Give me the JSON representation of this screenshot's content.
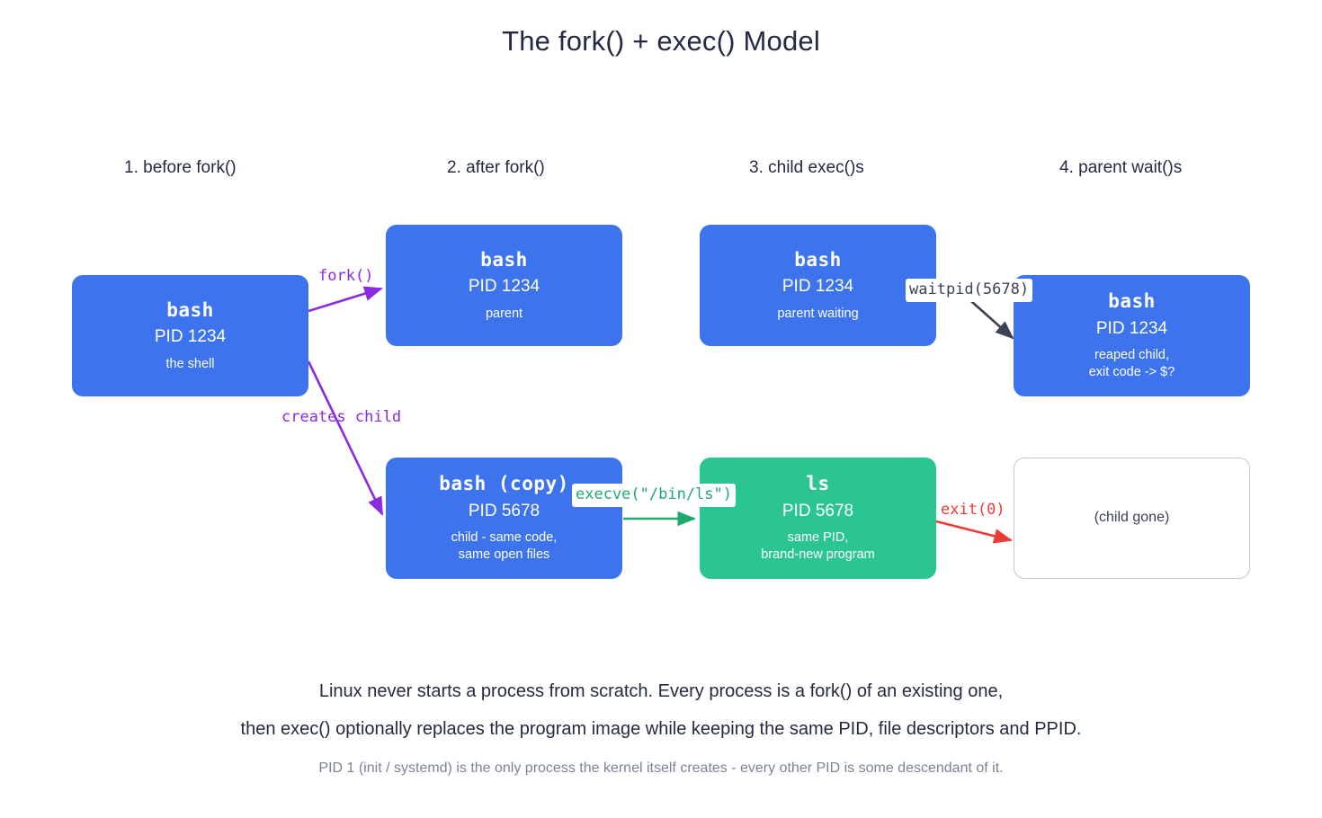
{
  "title": "The fork() + exec() Model",
  "stages": [
    {
      "label": "1. before fork()"
    },
    {
      "label": "2. after fork()"
    },
    {
      "label": "3. child exec()s"
    },
    {
      "label": "4. parent wait()s"
    }
  ],
  "nodes": {
    "shell": {
      "name": "bash",
      "pid": "PID 1234",
      "note": "the shell"
    },
    "parent": {
      "name": "bash",
      "pid": "PID 1234",
      "note": "parent"
    },
    "child": {
      "name": "bash (copy)",
      "pid": "PID 5678",
      "note": "child - same code,\nsame open files"
    },
    "waiting": {
      "name": "bash",
      "pid": "PID 1234",
      "note": "parent waiting"
    },
    "exec": {
      "name": "ls",
      "pid": "PID 5678",
      "note": "same PID,\nbrand-new program"
    },
    "reaped": {
      "name": "bash",
      "pid": "PID 1234",
      "note": "reaped child,\nexit code -> $?"
    },
    "gone": {
      "name": "",
      "pid": "",
      "note": "(child gone)"
    }
  },
  "edges": {
    "fork": {
      "label": "fork()"
    },
    "creates": {
      "label": "creates child"
    },
    "execve": {
      "label": "execve(\"/bin/ls\")"
    },
    "waitpid": {
      "label": "waitpid(5678)"
    },
    "exit": {
      "label": "exit(0)"
    }
  },
  "footer": {
    "line1": "Linux never starts a process from scratch.  Every process is a fork() of an existing one,",
    "line2": "then exec() optionally replaces the program image while keeping the same PID, file descriptors and PPID.",
    "note": "PID 1 (init / systemd) is the only process the kernel itself creates - every other PID is some descendant of it."
  },
  "colors": {
    "process_blue": "#3d74ee",
    "exec_green": "#2bc68f",
    "fork_purple": "#8b2ae0",
    "exec_arrow_green": "#1ea96f",
    "wait_slate": "#3c4356",
    "exit_red": "#ee3b34",
    "ghost_border": "#c3c8d4",
    "text_dark": "#242a42",
    "text_muted": "#7b8496"
  }
}
